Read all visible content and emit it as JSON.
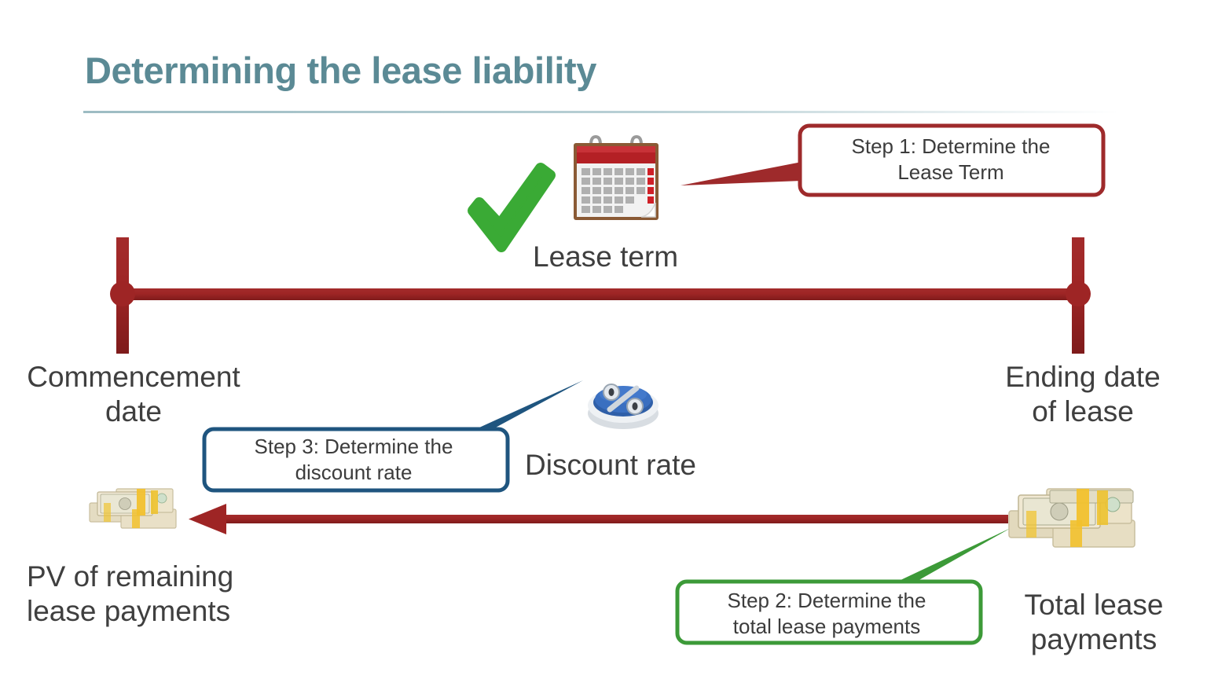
{
  "slide": {
    "title": "Determining the lease liability",
    "title_color": "#5b8a95",
    "background": "#ffffff"
  },
  "timeline": {
    "color": "#a52a2a",
    "start_label": "Commencement\ndate",
    "end_label": "Ending date\nof lease"
  },
  "bottom_arrow": {
    "color": "#a52a2a",
    "direction": "left",
    "from_label": "Total lease\npayments",
    "to_label": "PV of remaining\nlease payments"
  },
  "icons": [
    {
      "name": "green-check-icon",
      "meaning": "completed",
      "color": "#3aaa35"
    },
    {
      "name": "calendar-icon",
      "meaning": "lease term",
      "header_color": "#b42025",
      "frame_color": "#8a5a35"
    },
    {
      "name": "percent-badge-icon",
      "meaning": "discount rate",
      "color": "#2f5fa8"
    },
    {
      "name": "money-stack-icon",
      "meaning": "total lease payments",
      "band_color": "#f2c12e"
    },
    {
      "name": "money-stack-icon",
      "meaning": "present value of payments",
      "band_color": "#f2c12e"
    }
  ],
  "labels": {
    "lease_term": "Lease term",
    "discount_rate": "Discount rate",
    "pv_remaining": "PV of remaining\nlease payments",
    "total_payments": "Total lease\npayments"
  },
  "callouts": [
    {
      "id": "step-1",
      "text": "Step 1: Determine the\nLease Term",
      "border_color": "#9e2a2b",
      "points_to": "calendar-icon"
    },
    {
      "id": "step-3",
      "text": "Step 3: Determine the\ndiscount rate",
      "border_color": "#1f557f",
      "points_to": "percent-badge-icon"
    },
    {
      "id": "step-2",
      "text": "Step 2: Determine the\ntotal lease payments",
      "border_color": "#3c9a38",
      "points_to": "money-stack-icon"
    }
  ]
}
